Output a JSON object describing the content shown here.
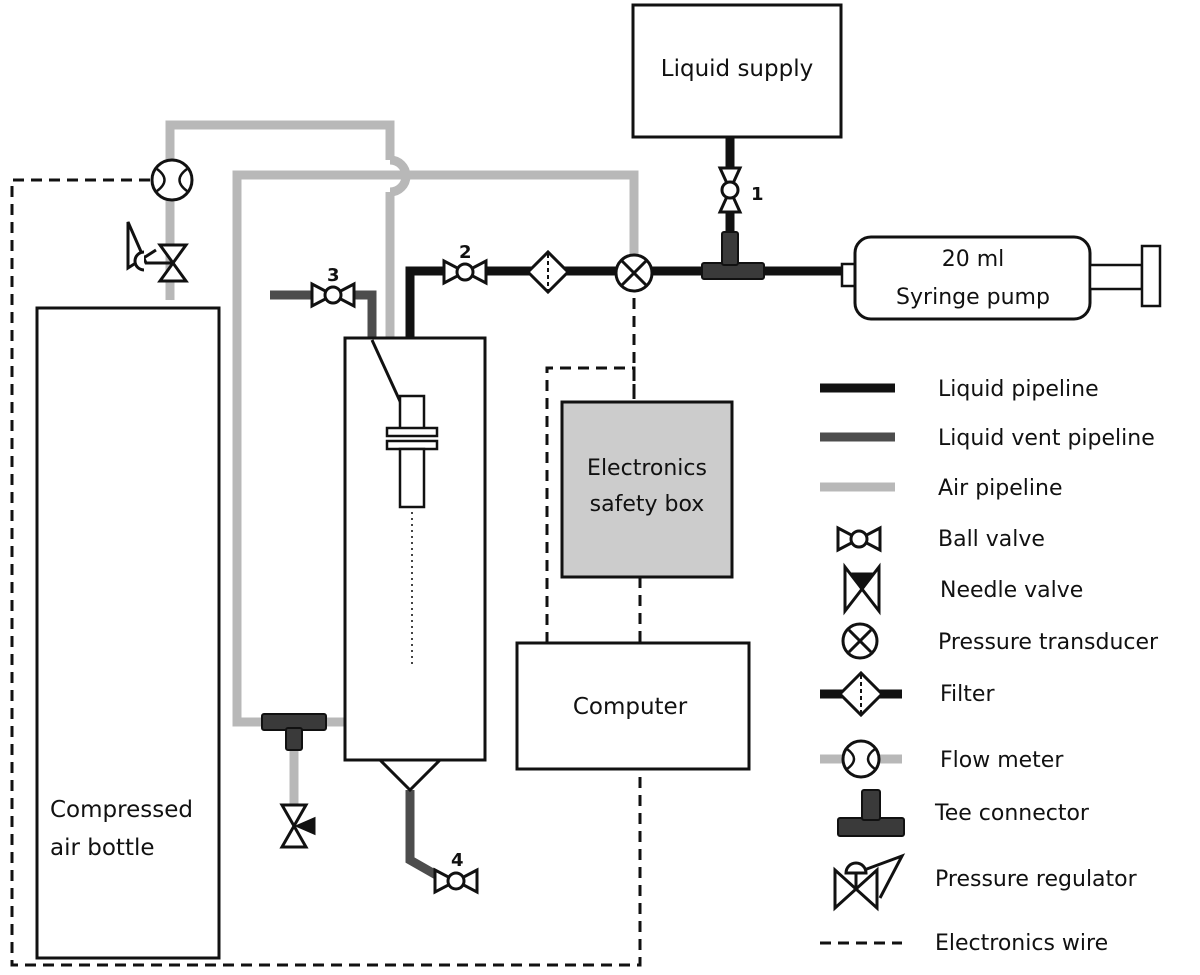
{
  "components": {
    "liquid_supply": "Liquid supply",
    "syringe_line1": "20 ml",
    "syringe_line2": "Syringe pump",
    "esb_line1": "Electronics",
    "esb_line2": "safety box",
    "computer": "Computer",
    "bottle_line1": "Compressed",
    "bottle_line2": "air bottle"
  },
  "valve_numbers": [
    "1",
    "2",
    "3",
    "4"
  ],
  "legend": [
    {
      "symbol": "liquid-pipeline",
      "label": "Liquid pipeline"
    },
    {
      "symbol": "liquid-vent-pipeline",
      "label": "Liquid vent pipeline"
    },
    {
      "symbol": "air-pipeline",
      "label": "Air pipeline"
    },
    {
      "symbol": "ball-valve",
      "label": "Ball valve"
    },
    {
      "symbol": "needle-valve",
      "label": "Needle valve"
    },
    {
      "symbol": "pressure-transducer",
      "label": "Pressure transducer"
    },
    {
      "symbol": "filter",
      "label": "Filter"
    },
    {
      "symbol": "flow-meter",
      "label": "Flow meter"
    },
    {
      "symbol": "tee-connector",
      "label": "Tee connector"
    },
    {
      "symbol": "pressure-regulator",
      "label": "Pressure regulator"
    },
    {
      "symbol": "electronics-wire",
      "label": "Electronics wire"
    }
  ],
  "colors": {
    "liquid": "#111111",
    "vent": "#4d4d4d",
    "air": "#b8b8b8",
    "safety_box_fill": "#cccccc"
  }
}
